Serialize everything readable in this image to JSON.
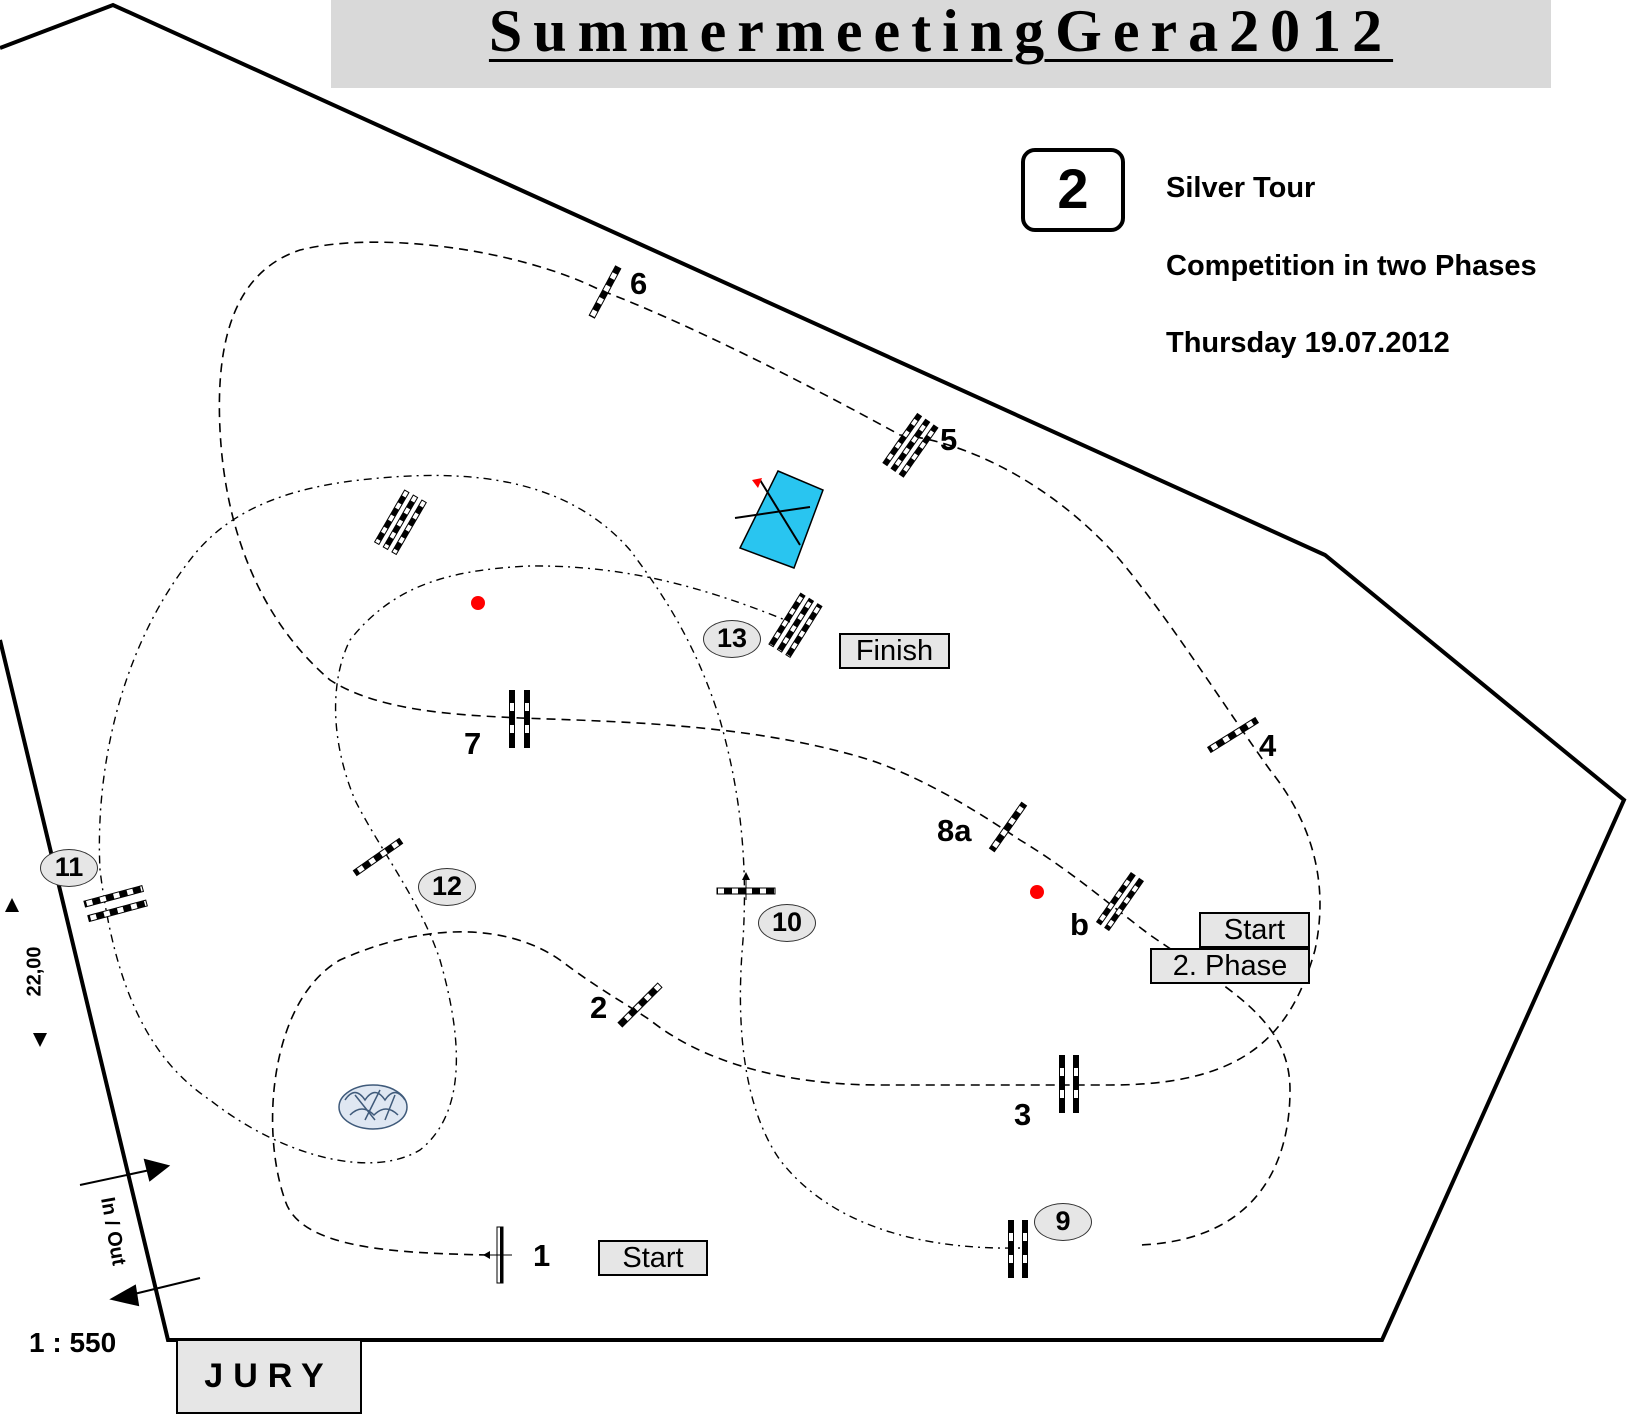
{
  "title": "SummermeetingGera2012",
  "course_number": "2",
  "info": {
    "line1": "Silver Tour",
    "line2": "Competition in two Phases",
    "line3": "Thursday 19.07.2012"
  },
  "obstacles": {
    "o1": "1",
    "o2": "2",
    "o3": "3",
    "o4": "4",
    "o5": "5",
    "o6": "6",
    "o7": "7",
    "o8a": "8a",
    "o8b": "b",
    "o9": "9",
    "o10": "10",
    "o11": "11",
    "o12": "12",
    "o13": "13"
  },
  "boxes": {
    "start": "Start",
    "finish": "Finish",
    "start2_line1": "Start",
    "start2_line2": "2. Phase"
  },
  "jury": "JURY",
  "scale": "1 : 550",
  "dimension": "22,00",
  "in_out": "In / Out",
  "colors": {
    "water": "#29c5f0",
    "marker": "#ff0000",
    "title_bar": "#d9d9d9",
    "label_bg": "#e6e6e6"
  }
}
